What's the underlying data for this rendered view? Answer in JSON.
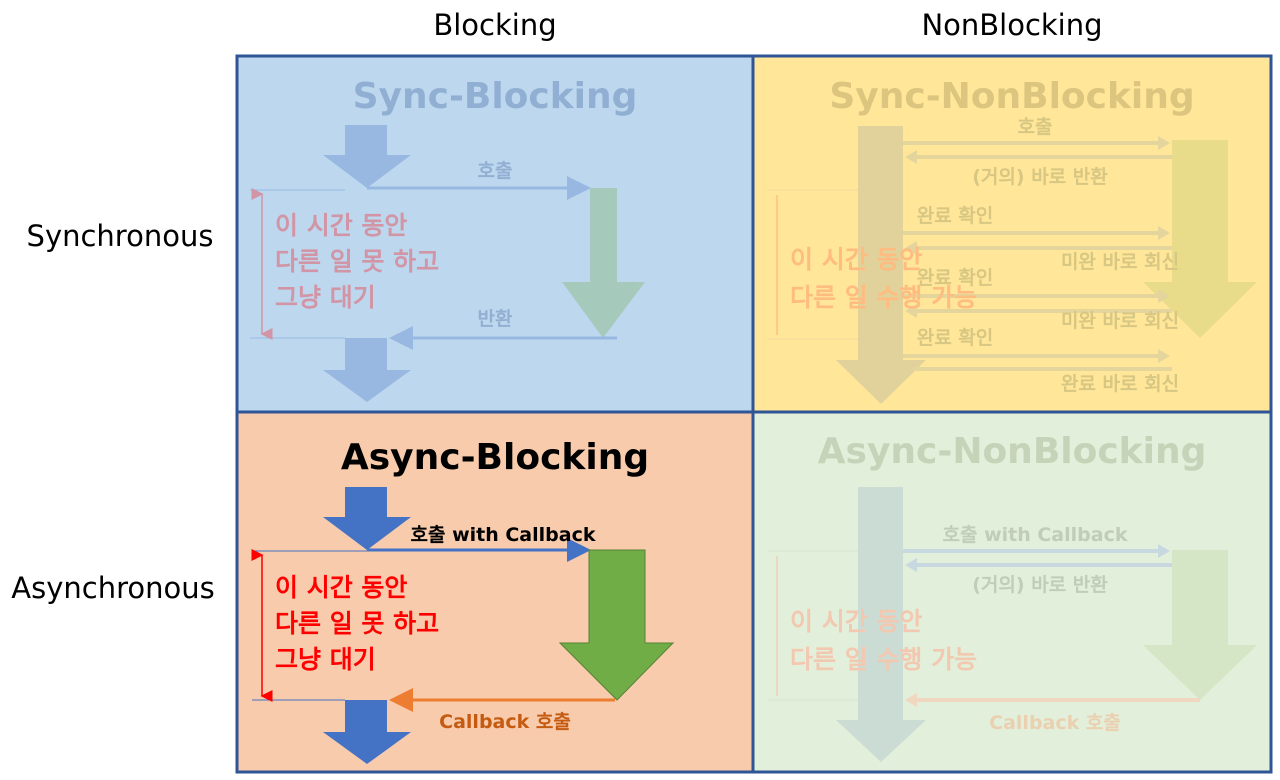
{
  "columns": {
    "blocking": "Blocking",
    "nonblocking": "NonBlocking"
  },
  "rows": {
    "synchronous": "Synchronous",
    "asynchronous": "Asynchronous"
  },
  "colors": {
    "border": "#2f5597",
    "sync_blocking_bg": "#bdd7ee",
    "sync_nonblocking_bg": "#ffe699",
    "async_blocking_bg": "#f8cbad",
    "async_nonblocking_bg": "#e2efda",
    "caller_arrow": "#4472c4",
    "callee_arrow": "#70ad47",
    "wait_text": "#ff0000",
    "callback_text": "#c55a11"
  },
  "sync_blocking": {
    "title": "Sync-Blocking",
    "call": "호출",
    "return": "반환",
    "wait": [
      "이 시간 동안",
      "다른 일 못 하고",
      "그냥 대기"
    ]
  },
  "sync_nonblocking": {
    "title": "Sync-NonBlocking",
    "call": "호출",
    "immediate_return": "(거의) 바로 반환",
    "checks": [
      "완료 확인",
      "완료 확인",
      "완료 확인"
    ],
    "replies": [
      "미완 바로 회신",
      "미완 바로 회신",
      "완료 바로 회신"
    ],
    "other_work": [
      "이 시간 동안",
      "다른 일 수행 가능"
    ]
  },
  "async_blocking": {
    "title": "Async-Blocking",
    "call": "호출 with Callback",
    "callback": "Callback 호출",
    "wait": [
      "이 시간 동안",
      "다른 일 못 하고",
      "그냥 대기"
    ]
  },
  "async_nonblocking": {
    "title": "Async-NonBlocking",
    "call": "호출 with Callback",
    "immediate_return": "(거의) 바로 반환",
    "callback": "Callback 호출",
    "other_work": [
      "이 시간 동안",
      "다른 일 수행 가능"
    ]
  }
}
